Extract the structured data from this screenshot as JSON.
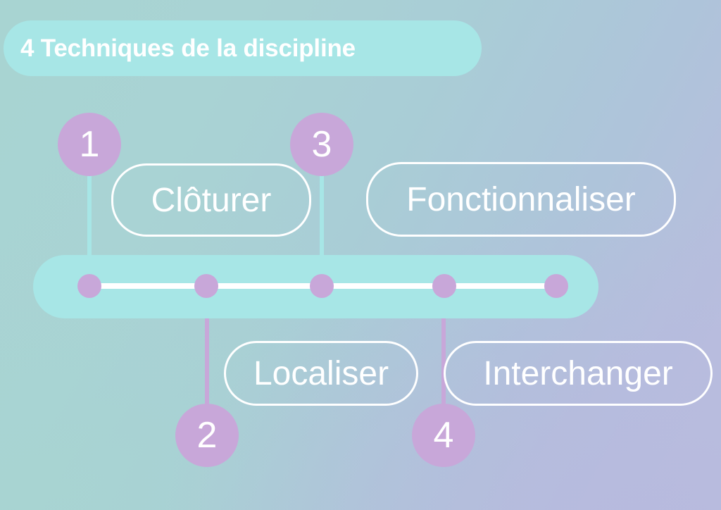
{
  "header": {
    "title": "4 Techniques de la discipline",
    "pill_color": "#a7e6e6",
    "text_color": "#ffffff"
  },
  "theme": {
    "accent_cyan": "#a7e6e6",
    "accent_purple": "#c8a7d9",
    "outline": "#ffffff",
    "bg_left": "#a8d4d2",
    "bg_right": "#bcbfdf"
  },
  "diagram": {
    "type": "timeline",
    "rail_color": "#ffffff",
    "nodes": [
      {
        "number": "1",
        "label": "Clôturer",
        "side": "above"
      },
      {
        "number": "2",
        "label": "Localiser",
        "side": "below"
      },
      {
        "number": "3",
        "label": "Fonctionnaliser",
        "side": "above"
      },
      {
        "number": "4",
        "label": "Interchanger",
        "side": "below"
      }
    ],
    "dot_count": 5
  }
}
